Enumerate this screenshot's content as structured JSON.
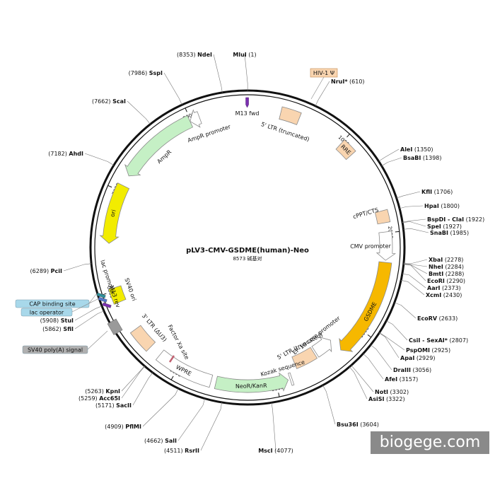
{
  "title": "pLV3-CMV-GSDME(human)-Neo",
  "size_label": "8573 碱基对",
  "total_bp": 8573,
  "watermark": "biogege.com",
  "ticks": [
    {
      "bp": 1000,
      "label": "1000"
    },
    {
      "bp": 2000,
      "label": "2000"
    },
    {
      "bp": 3000,
      "label": "3000"
    },
    {
      "bp": 4000,
      "label": "4000"
    },
    {
      "bp": 5000,
      "label": "5000"
    },
    {
      "bp": 6000,
      "label": "6000"
    },
    {
      "bp": 7000,
      "label": "7000"
    },
    {
      "bp": 8000,
      "label": "8000"
    }
  ],
  "sites": [
    {
      "name": "MluI",
      "pos": "(1)"
    },
    {
      "name": "NruI*",
      "pos": "(610)"
    },
    {
      "name": "AleI",
      "pos": "(1350)"
    },
    {
      "name": "BsaBI",
      "pos": "(1398)"
    },
    {
      "name": "KflI",
      "pos": "(1706)"
    },
    {
      "name": "HpaI",
      "pos": "(1800)"
    },
    {
      "name": "BspDI - ClaI",
      "pos": "(1922)"
    },
    {
      "name": "SpeI",
      "pos": "(1927)"
    },
    {
      "name": "SnaBI",
      "pos": "(1985)"
    },
    {
      "name": "XbaI",
      "pos": "(2278)"
    },
    {
      "name": "NheI",
      "pos": "(2284)"
    },
    {
      "name": "BmtI",
      "pos": "(2288)"
    },
    {
      "name": "EcoRI",
      "pos": "(2290)"
    },
    {
      "name": "AarI",
      "pos": "(2373)"
    },
    {
      "name": "XcmI",
      "pos": "(2430)"
    },
    {
      "name": "EcoRV",
      "pos": "(2633)"
    },
    {
      "name": "CsiI - SexAI*",
      "pos": "(2807)"
    },
    {
      "name": "PspOMI",
      "pos": "(2925)"
    },
    {
      "name": "ApaI",
      "pos": "(2929)"
    },
    {
      "name": "DraIII",
      "pos": "(3056)"
    },
    {
      "name": "AfeI",
      "pos": "(3157)"
    },
    {
      "name": "NotI",
      "pos": "(3302)"
    },
    {
      "name": "AsiSI",
      "pos": "(3322)"
    },
    {
      "name": "Bsu36I",
      "pos": "(3604)"
    },
    {
      "name": "MscI",
      "pos": "(4077)"
    },
    {
      "name": "RsrII",
      "pos": "(4511)"
    },
    {
      "name": "SalI",
      "pos": "(4662)"
    },
    {
      "name": "PflMI",
      "pos": "(4909)"
    },
    {
      "name": "SacII",
      "pos": "(5171)"
    },
    {
      "name": "Acc65I",
      "pos": "(5259)"
    },
    {
      "name": "KpnI",
      "pos": "(5263)"
    },
    {
      "name": "SfiI",
      "pos": "(5862)"
    },
    {
      "name": "StuI",
      "pos": "(5908)"
    },
    {
      "name": "PciI",
      "pos": "(6289)"
    },
    {
      "name": "AhdI",
      "pos": "(7182)"
    },
    {
      "name": "ScaI",
      "pos": "(7662)"
    },
    {
      "name": "SspI",
      "pos": "(7986)"
    },
    {
      "name": "NdeI",
      "pos": "(8353)"
    }
  ],
  "features": [
    {
      "key": "hiv_psi",
      "label": "HIV-1 Ψ",
      "color": "#f9d5b0"
    },
    {
      "key": "ltr5",
      "label": "5' LTR (truncated)",
      "color": "#f9d5b0"
    },
    {
      "key": "rre",
      "label": "RRE",
      "color": "#f9d5b0"
    },
    {
      "key": "cppt",
      "label": "cPPT/CTS",
      "color": "#f9d5b0"
    },
    {
      "key": "cmv",
      "label": "CMV promoter",
      "color": "#ffffff"
    },
    {
      "key": "gsdme",
      "label": "GSDME",
      "color": "#f6b800"
    },
    {
      "key": "ef1a",
      "label": "EF-1α core promoter",
      "color": "#ffffff"
    },
    {
      "key": "ltr5b",
      "label": "5' LTR (truncated)",
      "color": "#f9d5b0"
    },
    {
      "key": "kozak",
      "label": "Kozak sequence",
      "color": "#ffffff"
    },
    {
      "key": "neokan",
      "label": "NeoR/KanR",
      "color": "#c5f0c5"
    },
    {
      "key": "wpre",
      "label": "WPRE",
      "color": "#ffffff"
    },
    {
      "key": "ltr3",
      "label": "3' LTR (ΔU3)",
      "color": "#f9d5b0"
    },
    {
      "key": "factorxa",
      "label": "Factor Xa site",
      "color": "#c06070"
    },
    {
      "key": "sv40ori",
      "label": "SV40 ori",
      "color": "#f2ec00"
    },
    {
      "key": "m13rev",
      "label": "M13 rev",
      "color": "#ffffff"
    },
    {
      "key": "lacprom",
      "label": "lac promoter",
      "color": "#ffffff"
    },
    {
      "key": "ori",
      "label": "ori",
      "color": "#f2ec00"
    },
    {
      "key": "ampr",
      "label": "AmpR",
      "color": "#c5f0c5"
    },
    {
      "key": "ampr_prom",
      "label": "AmpR promoter",
      "color": "#ffffff"
    },
    {
      "key": "m13fwd",
      "label": "M13 fwd",
      "color": "#7b2fb0"
    }
  ],
  "boxed_labels": [
    {
      "key": "cap",
      "label": "CAP binding site",
      "color": "#a8d8ea"
    },
    {
      "key": "lacop",
      "label": "lac operator",
      "color": "#a8d8ea"
    },
    {
      "key": "sv40pa",
      "label": "SV40 poly(A) signal",
      "color": "#b0b0b0"
    }
  ]
}
